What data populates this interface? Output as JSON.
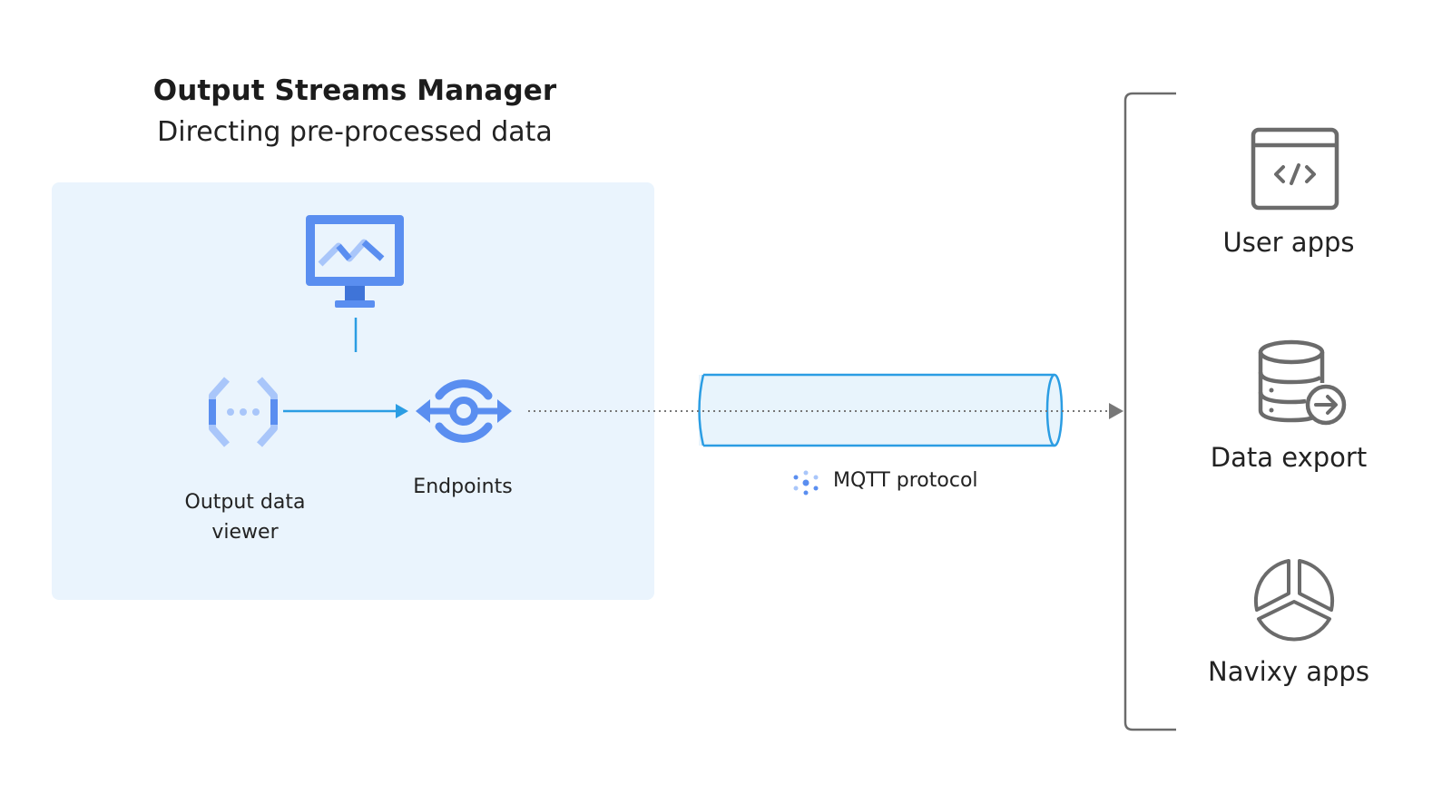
{
  "header": {
    "title": "Output Streams Manager",
    "subtitle": "Directing pre-processed data"
  },
  "nodes": {
    "monitor": {
      "icon": "monitor-chart-icon"
    },
    "output_viewer": {
      "icon": "output-data-viewer-icon",
      "label": "Output data viewer",
      "label_line1": "Output data",
      "label_line2": "viewer"
    },
    "endpoints": {
      "icon": "endpoints-icon",
      "label": "Endpoints"
    },
    "mqtt": {
      "icon": "mqtt-icon",
      "label": "MQTT protocol"
    },
    "user_apps": {
      "icon": "code-window-icon",
      "label": "User apps"
    },
    "data_export": {
      "icon": "database-export-icon",
      "label": "Data export"
    },
    "navixy_apps": {
      "icon": "navixy-logo-icon",
      "label": "Navixy apps"
    }
  },
  "colors": {
    "primary_blue": "#5a8ef0",
    "light_blue": "#a9c6fa",
    "panel_bg": "#eaf4fd",
    "arrow_blue": "#2b9de3",
    "pipe_stroke": "#2b9de3",
    "pipe_fill": "#e8f4fc",
    "gray_icon": "#6b6b6b"
  }
}
